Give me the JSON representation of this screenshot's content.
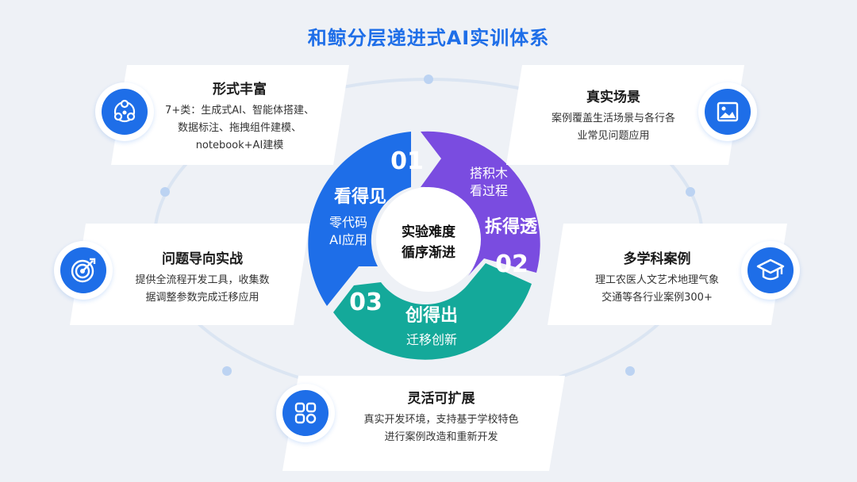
{
  "title": "和鲸分层递进式AI实训体系",
  "center": {
    "line1": "实验难度",
    "line2": "循序渐进"
  },
  "segments": [
    {
      "num": "01",
      "title": "看得见",
      "line1": "零代码",
      "line2": "AI应用",
      "color": "#1e6ee8"
    },
    {
      "num": "02",
      "title": "拆得透",
      "line1": "搭积木",
      "line2": "看过程",
      "color": "#7a4ce0"
    },
    {
      "num": "03",
      "title": "创得出",
      "line1": "迁移创新",
      "line2": "",
      "color": "#14a99a"
    }
  ],
  "cards": {
    "forms": {
      "title": "形式丰富",
      "line1": "7+类：生成式AI、智能体搭建、",
      "line2": "数据标注、拖拽组件建模、",
      "line3": "notebook+AI建模",
      "icon": "molecule-icon"
    },
    "scenes": {
      "title": "真实场景",
      "line1": "案例覆盖生活场景与各行各",
      "line2": "业常见问题应用",
      "icon": "image-icon"
    },
    "problem": {
      "title": "问题导向实战",
      "line1": "提供全流程开发工具，收集数",
      "line2": "据调整参数完成迁移应用",
      "icon": "target-icon"
    },
    "disciplines": {
      "title": "多学科案例",
      "line1": "理工农医人文艺术地理气象",
      "line2": "交通等各行业案例300+",
      "icon": "graduation-cap-icon"
    },
    "extend": {
      "title": "灵活可扩展",
      "line1": "真实开发环境，支持基于学校特色",
      "line2": "进行案例改造和重新开发",
      "icon": "app-grid-icon"
    }
  }
}
